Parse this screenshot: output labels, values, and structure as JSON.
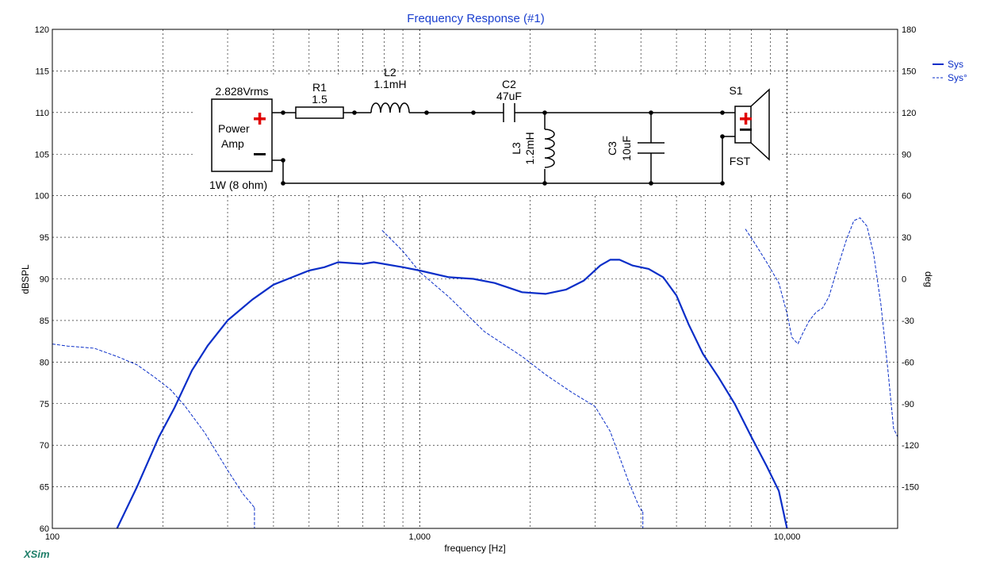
{
  "app": {
    "name": "XSim"
  },
  "colors": {
    "series": "#0a2ec8",
    "title": "#1a3fcf",
    "axis": "#000000",
    "grid": "#000000",
    "schematic": "#000000",
    "plus": "#e00000",
    "brand": "#20806a"
  },
  "chart_data": {
    "type": "line",
    "title": "Frequency Response (#1)",
    "xlabel": "frequency [Hz]",
    "ylabel": "dBSPL",
    "y2label": "deg",
    "xscale": "log",
    "xlim": [
      100,
      20000
    ],
    "ylim": [
      60,
      120
    ],
    "y2lim": [
      -180,
      180
    ],
    "grid": true,
    "legend_position": "top-right",
    "x_ticks": [
      100,
      1000,
      10000
    ],
    "x_tick_labels": [
      "100",
      "1,000",
      "10,000"
    ],
    "y_ticks": [
      60,
      65,
      70,
      75,
      80,
      85,
      90,
      95,
      100,
      105,
      110,
      115,
      120
    ],
    "y_tick_labels": [
      "60",
      "65",
      "70",
      "75",
      "80",
      "85",
      "90",
      "95",
      "100",
      "105",
      "110",
      "115",
      "120"
    ],
    "y2_ticks": [
      -150,
      -120,
      -90,
      -60,
      -30,
      0,
      30,
      60,
      90,
      120,
      150,
      180
    ],
    "y2_tick_labels": [
      "-150",
      "-120",
      "-90",
      "-60",
      "-30",
      "0",
      "30",
      "60",
      "90",
      "120",
      "150",
      "180"
    ],
    "series": [
      {
        "name": "Sys",
        "axis": "left",
        "style": "solid",
        "points": [
          [
            150,
            60
          ],
          [
            170,
            65
          ],
          [
            195,
            71
          ],
          [
            215,
            74.5
          ],
          [
            240,
            79
          ],
          [
            265,
            82
          ],
          [
            300,
            85
          ],
          [
            350,
            87.5
          ],
          [
            400,
            89.3
          ],
          [
            450,
            90.2
          ],
          [
            500,
            91
          ],
          [
            550,
            91.4
          ],
          [
            600,
            92
          ],
          [
            700,
            91.8
          ],
          [
            750,
            92
          ],
          [
            900,
            91.4
          ],
          [
            1000,
            91
          ],
          [
            1200,
            90.2
          ],
          [
            1400,
            90
          ],
          [
            1600,
            89.5
          ],
          [
            1900,
            88.4
          ],
          [
            2200,
            88.2
          ],
          [
            2500,
            88.7
          ],
          [
            2800,
            89.8
          ],
          [
            3100,
            91.6
          ],
          [
            3300,
            92.3
          ],
          [
            3500,
            92.3
          ],
          [
            3800,
            91.6
          ],
          [
            4200,
            91.2
          ],
          [
            4600,
            90.2
          ],
          [
            5000,
            88
          ],
          [
            5400,
            84.5
          ],
          [
            5900,
            81
          ],
          [
            6500,
            78.2
          ],
          [
            7200,
            75
          ],
          [
            8000,
            71
          ],
          [
            8800,
            67.5
          ],
          [
            9500,
            64.5
          ],
          [
            10000,
            60
          ]
        ]
      },
      {
        "name": "Sys°",
        "axis": "right",
        "style": "dashed",
        "segments": [
          [
            [
              100,
              -47
            ],
            [
              110,
              -48.5
            ],
            [
              130,
              -50
            ],
            [
              150,
              -56
            ],
            [
              170,
              -62
            ],
            [
              190,
              -71
            ],
            [
              210,
              -80
            ],
            [
              230,
              -92
            ],
            [
              260,
              -111
            ],
            [
              300,
              -138
            ],
            [
              330,
              -155
            ],
            [
              345,
              -161
            ],
            [
              355,
              -165
            ]
          ],
          [
            [
              790,
              35
            ],
            [
              900,
              20
            ],
            [
              1000,
              5
            ],
            [
              1200,
              -13
            ],
            [
              1500,
              -38
            ],
            [
              1900,
              -56
            ],
            [
              2200,
              -69
            ],
            [
              2600,
              -82
            ],
            [
              3000,
              -92
            ],
            [
              3300,
              -110
            ],
            [
              3700,
              -146
            ],
            [
              3950,
              -164
            ],
            [
              4050,
              -168
            ]
          ],
          [
            [
              7700,
              36
            ],
            [
              8200,
              25
            ],
            [
              8800,
              12
            ],
            [
              9500,
              -3
            ],
            [
              10000,
              -25
            ],
            [
              10300,
              -42
            ],
            [
              10700,
              -47
            ],
            [
              11000,
              -40
            ],
            [
              11500,
              -30
            ],
            [
              12000,
              -24
            ],
            [
              12500,
              -21
            ],
            [
              13000,
              -13
            ],
            [
              13800,
              10
            ],
            [
              14500,
              28
            ],
            [
              15200,
              42
            ],
            [
              15800,
              44
            ],
            [
              16500,
              38
            ],
            [
              17200,
              18
            ],
            [
              18000,
              -18
            ],
            [
              18800,
              -65
            ],
            [
              19500,
              -108
            ],
            [
              20000,
              -114
            ]
          ]
        ]
      }
    ]
  },
  "schematic": {
    "source_voltage": "2.828Vrms",
    "source_name_line1": "Power",
    "source_name_line2": "Amp",
    "source_power": "1W (8 ohm)",
    "r1_ref": "R1",
    "r1_value": "1.5",
    "l2_ref": "L2",
    "l2_value": "1.1mH",
    "c2_ref": "C2",
    "c2_value": "47uF",
    "l3_ref": "L3",
    "l3_value": "1.2mH",
    "c3_ref": "C3",
    "c3_value": "10uF",
    "spk_ref": "S1",
    "spk_name": "FST"
  }
}
